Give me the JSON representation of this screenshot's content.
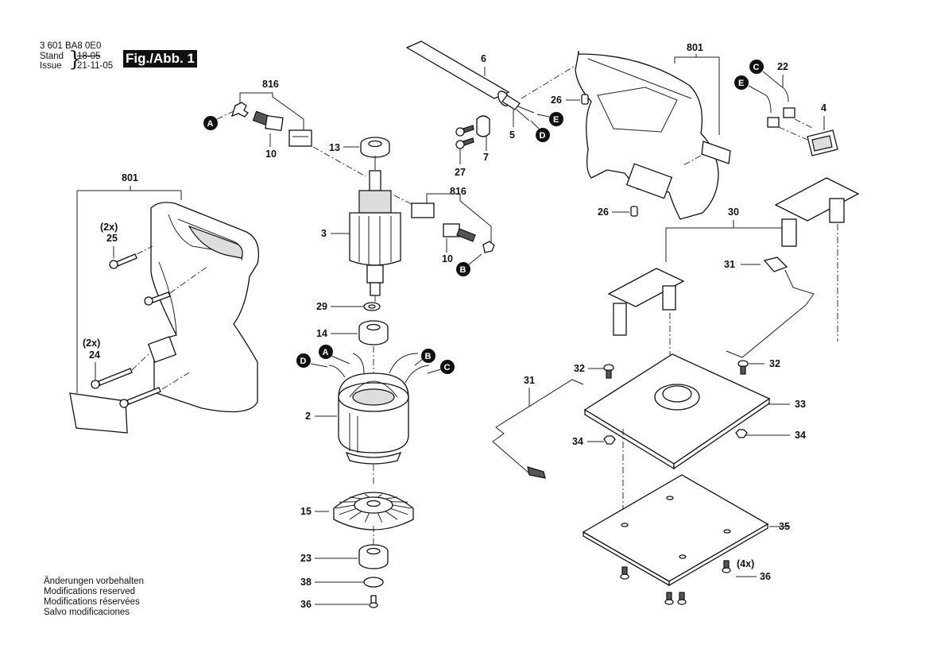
{
  "header": {
    "document_number": "3 601 BA8 0E0",
    "stand_label": "Stand",
    "issue_label": "Issue",
    "stand_date_struck": "18-05",
    "issue_date": "21-11-05",
    "figure_label": "Fig./Abb. 1"
  },
  "notes": [
    "Änderungen vorbehalten",
    "Modifications reserved",
    "Modifications réservées",
    "Salvo modificaciones"
  ],
  "connection_markers": [
    "A",
    "B",
    "C",
    "D",
    "E"
  ],
  "part_labels": {
    "p816a": "816",
    "p10a": "10",
    "p13": "13",
    "p801a": "801",
    "p25q": "(2x)",
    "p25": "25",
    "p24q": "(2x)",
    "p24": "24",
    "p6": "6",
    "p26a": "26",
    "p5": "5",
    "p7": "7",
    "p27": "27",
    "p801b": "801",
    "p22": "22",
    "p4": "4",
    "p26b": "26",
    "p816b": "816",
    "p3": "3",
    "p10b": "10",
    "p29": "29",
    "p14": "14",
    "p2": "2",
    "p15": "15",
    "p23": "23",
    "p38": "38",
    "p36a": "36",
    "p30": "30",
    "p31a": "31",
    "p31b": "31",
    "p32a": "32",
    "p32b": "32",
    "p33": "33",
    "p34a": "34",
    "p34b": "34",
    "p35": "35",
    "p36q": "(4x)",
    "p36b": "36"
  }
}
